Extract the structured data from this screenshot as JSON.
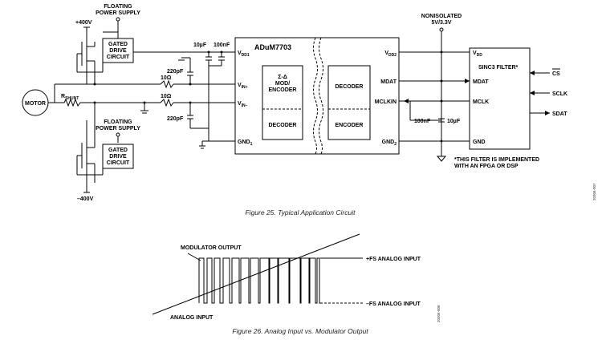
{
  "figure25": {
    "caption": "Figure 25. Typical Application Circuit",
    "id_code": "20306-007",
    "supply_top": {
      "line1": "FLOATING",
      "line2": "POWER SUPPLY"
    },
    "supply_bottom": {
      "line1": "FLOATING",
      "line2": "POWER SUPPLY"
    },
    "vplus": "+400V",
    "vminus": "–400V",
    "gated_top": [
      "GATED",
      "DRIVE",
      "CIRCUIT"
    ],
    "gated_bottom": [
      "GATED",
      "DRIVE",
      "CIRCUIT"
    ],
    "motor": "MOTOR",
    "rshunt": "R",
    "rshunt_sub": "SHUNT",
    "res1": "10Ω",
    "res2": "10Ω",
    "cap220_top": "220pF",
    "cap220_bottom": "220pF",
    "cap10u": "10µF",
    "cap100n": "100nF",
    "chip": "ADuM7703",
    "pins_left": {
      "vdd1": "V",
      "vdd1_sub": "DD1",
      "vinp": "V",
      "vinp_sub": "IN+",
      "vinm": "V",
      "vinm_sub": "IN–",
      "gnd1": "GND",
      "gnd1_sub": "1"
    },
    "pins_right": {
      "vdd2": "V",
      "vdd2_sub": "DD2",
      "mdat": "MDAT",
      "mclkin": "MCLKIN",
      "gnd2": "GND",
      "gnd2_sub": "2"
    },
    "block_mod": [
      "Σ-Δ",
      "MOD/",
      "ENCODER"
    ],
    "block_decoder_left": "DECODER",
    "block_decoder_right": "DECODER",
    "block_encoder_right": "ENCODER",
    "nonisolated": {
      "line1": "NONISOLATED",
      "line2": "5V/3.3V"
    },
    "cap100n_right": "100nF",
    "cap10u_right": "10µF",
    "sinc3": {
      "vdd": "V",
      "vdd_sub": "DD",
      "title": "SINC3 FILTER*",
      "mdat": "MDAT",
      "mclk": "MCLK",
      "gnd": "GND"
    },
    "signals": {
      "cs": "CS",
      "sclk": "SCLK",
      "sdat": "SDAT"
    },
    "footnote": {
      "line1": "*THIS FILTER IS IMPLEMENTED",
      "line2": "WITH AN FPGA OR DSP"
    }
  },
  "figure26": {
    "caption": "Figure 26. Analog Input vs. Modulator Output",
    "id_code": "20306-008",
    "modulator_output": "MODULATOR OUTPUT",
    "fs_pos": "+FS ANALOG INPUT",
    "fs_neg": "–FS ANALOG INPUT",
    "analog_input": "ANALOG INPUT"
  }
}
